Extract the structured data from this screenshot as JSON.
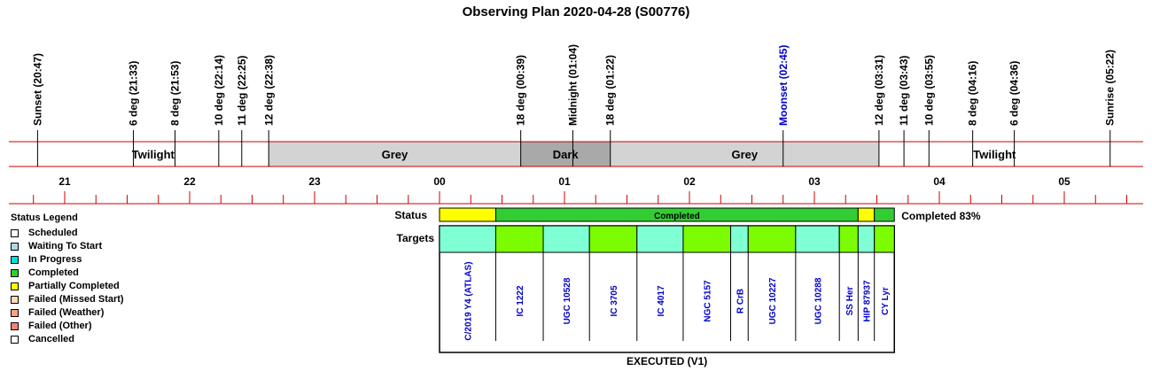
{
  "title": "Observing Plan 2020-04-28 (S00776)",
  "legend": {
    "title": "Status Legend",
    "items": [
      {
        "label": "Scheduled",
        "color": "#ffffff"
      },
      {
        "label": "Waiting To Start",
        "color": "#add8e6"
      },
      {
        "label": "In Progress",
        "color": "#00e0e0"
      },
      {
        "label": "Completed",
        "color": "#32cd32"
      },
      {
        "label": "Partially Completed",
        "color": "#ffff00"
      },
      {
        "label": "Failed (Missed Start)",
        "color": "#ffdab9"
      },
      {
        "label": "Failed (Weather)",
        "color": "#ffa07a"
      },
      {
        "label": "Failed (Other)",
        "color": "#fa8072"
      },
      {
        "label": "Cancelled",
        "color": "#ffffff"
      }
    ]
  },
  "chart_data": {
    "type": "timeline",
    "time_axis": {
      "unit": "hours since midnight (local)",
      "range": [
        -3.45,
        5.6
      ],
      "tick_labels": [
        "21",
        "22",
        "23",
        "00",
        "01",
        "02",
        "03",
        "04",
        "05"
      ],
      "tick_hours": [
        -3,
        -2,
        -1,
        0,
        1,
        2,
        3,
        4,
        5
      ]
    },
    "events": [
      {
        "label": "Sunset (20:47)",
        "time": "20:47",
        "hour": -3.217,
        "color": "#000000"
      },
      {
        "label": "6 deg (21:33)",
        "time": "21:33",
        "hour": -2.45,
        "color": "#000000"
      },
      {
        "label": "8 deg (21:53)",
        "time": "21:53",
        "hour": -2.117,
        "color": "#000000"
      },
      {
        "label": "10 deg (22:14)",
        "time": "22:14",
        "hour": -1.767,
        "color": "#000000"
      },
      {
        "label": "11 deg (22:25)",
        "time": "22:25",
        "hour": -1.583,
        "color": "#000000"
      },
      {
        "label": "12 deg (22:38)",
        "time": "22:38",
        "hour": -1.367,
        "color": "#000000"
      },
      {
        "label": "18 deg (00:39)",
        "time": "00:39",
        "hour": 0.65,
        "color": "#000000"
      },
      {
        "label": "Midnight (01:04)",
        "time": "01:04",
        "hour": 1.067,
        "color": "#000000"
      },
      {
        "label": "18 deg (01:22)",
        "time": "01:22",
        "hour": 1.367,
        "color": "#000000"
      },
      {
        "label": "Moonset (02:45)",
        "time": "02:45",
        "hour": 2.75,
        "color": "#0000cc"
      },
      {
        "label": "12 deg (03:31)",
        "time": "03:31",
        "hour": 3.517,
        "color": "#000000"
      },
      {
        "label": "11 deg (03:43)",
        "time": "03:43",
        "hour": 3.717,
        "color": "#000000"
      },
      {
        "label": "10 deg (03:55)",
        "time": "03:55",
        "hour": 3.917,
        "color": "#000000"
      },
      {
        "label": "8 deg (04:16)",
        "time": "04:16",
        "hour": 4.267,
        "color": "#000000"
      },
      {
        "label": "6 deg (04:36)",
        "time": "04:36",
        "hour": 4.6,
        "color": "#000000"
      },
      {
        "label": "Sunrise (05:22)",
        "time": "05:22",
        "hour": 5.367,
        "color": "#000000"
      }
    ],
    "sky_periods": [
      {
        "label": "Twilight",
        "start": -3.217,
        "end": -1.367,
        "color": "#ffffff"
      },
      {
        "label": "Grey",
        "start": -1.367,
        "end": 0.65,
        "color": "#d3d3d3"
      },
      {
        "label": "Dark",
        "start": 0.65,
        "end": 1.367,
        "color": "#a9a9a9"
      },
      {
        "label": "Grey",
        "start": 1.367,
        "end": 3.517,
        "color": "#d3d3d3"
      },
      {
        "label": "Twilight",
        "start": 3.517,
        "end": 5.367,
        "color": "#ffffff"
      }
    ],
    "status_row": {
      "label": "Status",
      "segments": [
        {
          "start": 0.0,
          "end": 0.45,
          "status": "Partially Completed",
          "color": "#ffff00",
          "text": ""
        },
        {
          "start": 0.45,
          "end": 3.35,
          "status": "Completed",
          "color": "#32cd32",
          "text": "Completed"
        },
        {
          "start": 3.35,
          "end": 3.48,
          "status": "Partially Completed",
          "color": "#ffff00",
          "text": ""
        },
        {
          "start": 3.48,
          "end": 3.64,
          "status": "Completed",
          "color": "#32cd32",
          "text": ""
        }
      ],
      "summary": "Completed 83%"
    },
    "targets_row": {
      "label": "Targets",
      "targets": [
        {
          "name": "C/2019 Y4 (ATLAS)",
          "start": 0.0,
          "end": 0.45,
          "color": "#7fffd4"
        },
        {
          "name": "IC 1222",
          "start": 0.45,
          "end": 0.83,
          "color": "#7cfc00"
        },
        {
          "name": "UGC 10528",
          "start": 0.83,
          "end": 1.2,
          "color": "#7fffd4"
        },
        {
          "name": "IC 3705",
          "start": 1.2,
          "end": 1.58,
          "color": "#7cfc00"
        },
        {
          "name": "IC 4017",
          "start": 1.58,
          "end": 1.95,
          "color": "#7fffd4"
        },
        {
          "name": "NGC 5157",
          "start": 1.95,
          "end": 2.33,
          "color": "#7cfc00"
        },
        {
          "name": "R CrB",
          "start": 2.33,
          "end": 2.47,
          "color": "#7fffd4"
        },
        {
          "name": "UGC 10227",
          "start": 2.47,
          "end": 2.85,
          "color": "#7cfc00"
        },
        {
          "name": "UGC 10288",
          "start": 2.85,
          "end": 3.2,
          "color": "#7fffd4"
        },
        {
          "name": "SS Her",
          "start": 3.2,
          "end": 3.35,
          "color": "#7cfc00"
        },
        {
          "name": "HIP 87937",
          "start": 3.35,
          "end": 3.48,
          "color": "#7fffd4"
        },
        {
          "name": "CY Lyr",
          "start": 3.48,
          "end": 3.64,
          "color": "#7cfc00"
        }
      ]
    },
    "footer": "EXECUTED (V1)"
  }
}
